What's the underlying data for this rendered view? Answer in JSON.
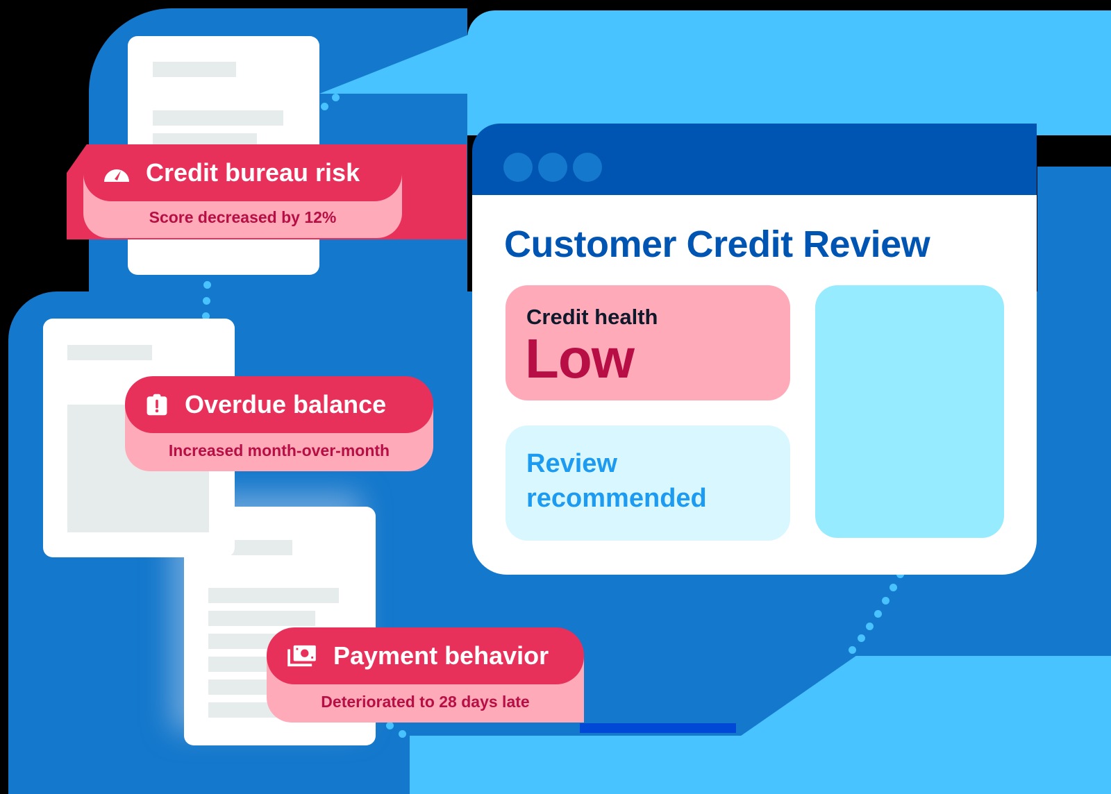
{
  "colors": {
    "dark_blue": "#1478cc",
    "light_blue": "#48c3ff",
    "navy": "#0055b3",
    "badge_red": "#e8315a",
    "badge_pink": "#ffaab8",
    "badge_subtext": "#b70f45",
    "tile_cyan": "#97ebff",
    "tile_light": "#d9f7fe",
    "reco_text": "#1d9bf0"
  },
  "alerts": [
    {
      "icon": "gauge-icon",
      "title": "Credit bureau risk",
      "detail": "Score decreased by 12%"
    },
    {
      "icon": "clipboard-alert-icon",
      "title": "Overdue balance",
      "detail": "Increased month-over-month"
    },
    {
      "icon": "money-stack-icon",
      "title": "Payment behavior",
      "detail": "Deteriorated to 28 days late"
    }
  ],
  "review_window": {
    "title": "Customer Credit Review",
    "credit_health": {
      "label": "Credit health",
      "value": "Low"
    },
    "recommendation": {
      "line1": "Review",
      "line2": "recommended"
    }
  }
}
